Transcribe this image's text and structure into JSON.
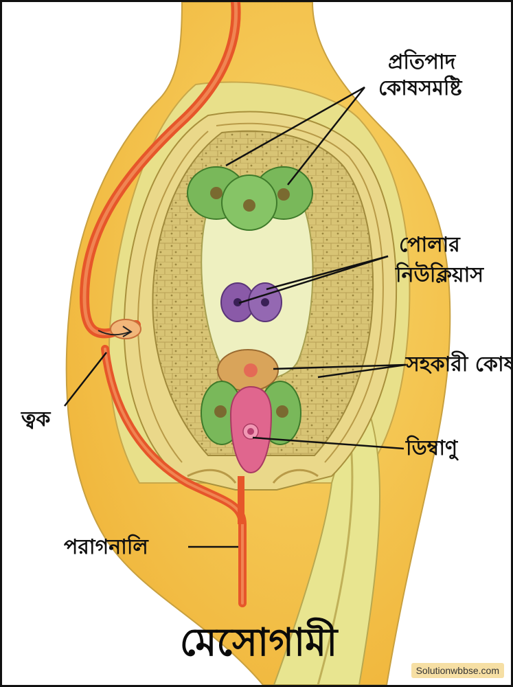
{
  "labels": {
    "antipodal_line1": "প্রতিপাদ",
    "antipodal_line2": "কোষসমষ্টি",
    "polar_line1": "পোলার",
    "polar_line2": "নিউক্লিয়াস",
    "synergid": "সহকারী কোষ",
    "integument": "ত্বক",
    "egg": "ডিম্বাণু",
    "pollen_tube": "পরাগনালি"
  },
  "title": "মেসোগামী",
  "watermark": "Solutionwbbse.com",
  "colors": {
    "ovary_outer": "#f5c84c",
    "ovary_inner": "#e9e48c",
    "nucellus": "#dcc878",
    "embryo_sac": "#eef0c0",
    "antipodal": "#79b85a",
    "polar_nuclei": "#8a5aa8",
    "egg_cell": "#e0668e",
    "pollen_tube": "#e6562a"
  }
}
